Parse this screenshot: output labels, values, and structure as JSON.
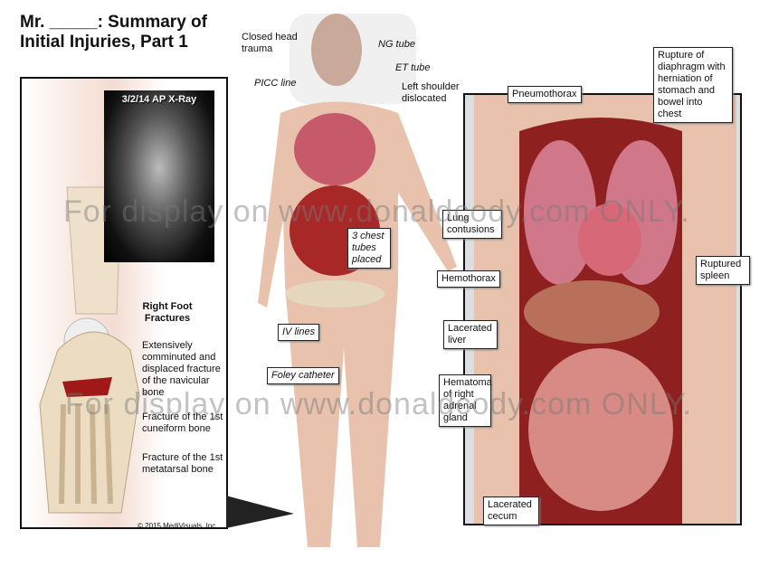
{
  "title": "Mr. _____: Summary of Initial Injuries, Part 1",
  "xray": {
    "title": "3/2/14 AP X-Ray"
  },
  "foot": {
    "heading": "Right Foot Fractures",
    "labels": [
      "Extensively comminuted and displaced fracture of the navicular bone",
      "Fracture of the 1st cuneiform bone",
      "Fracture of the 1st metatarsal bone"
    ]
  },
  "copyright": "© 2015 MediVisuals, Inc.",
  "body_labels": {
    "closed_head": "Closed head trauma",
    "ng_tube": "NG tube",
    "et_tube": "ET tube",
    "picc": "PICC line",
    "shoulder": "Left shoulder dislocated",
    "chest_tubes": "3 chest tubes placed",
    "iv": "IV lines",
    "foley": "Foley catheter"
  },
  "torso_labels": {
    "pneumothorax": "Pneumothorax",
    "diaphragm": "Rupture of diaphragm with herniation of stomach and bowel into chest",
    "lung": "Lung contusions",
    "hemothorax": "Hemothorax",
    "spleen": "Ruptured spleen",
    "liver": "Lacerated liver",
    "hematoma": "Hematoma of right adrenal gland",
    "cecum": "Lacerated cecum"
  },
  "watermark": "For display on www.donaldcody.com ONLY."
}
